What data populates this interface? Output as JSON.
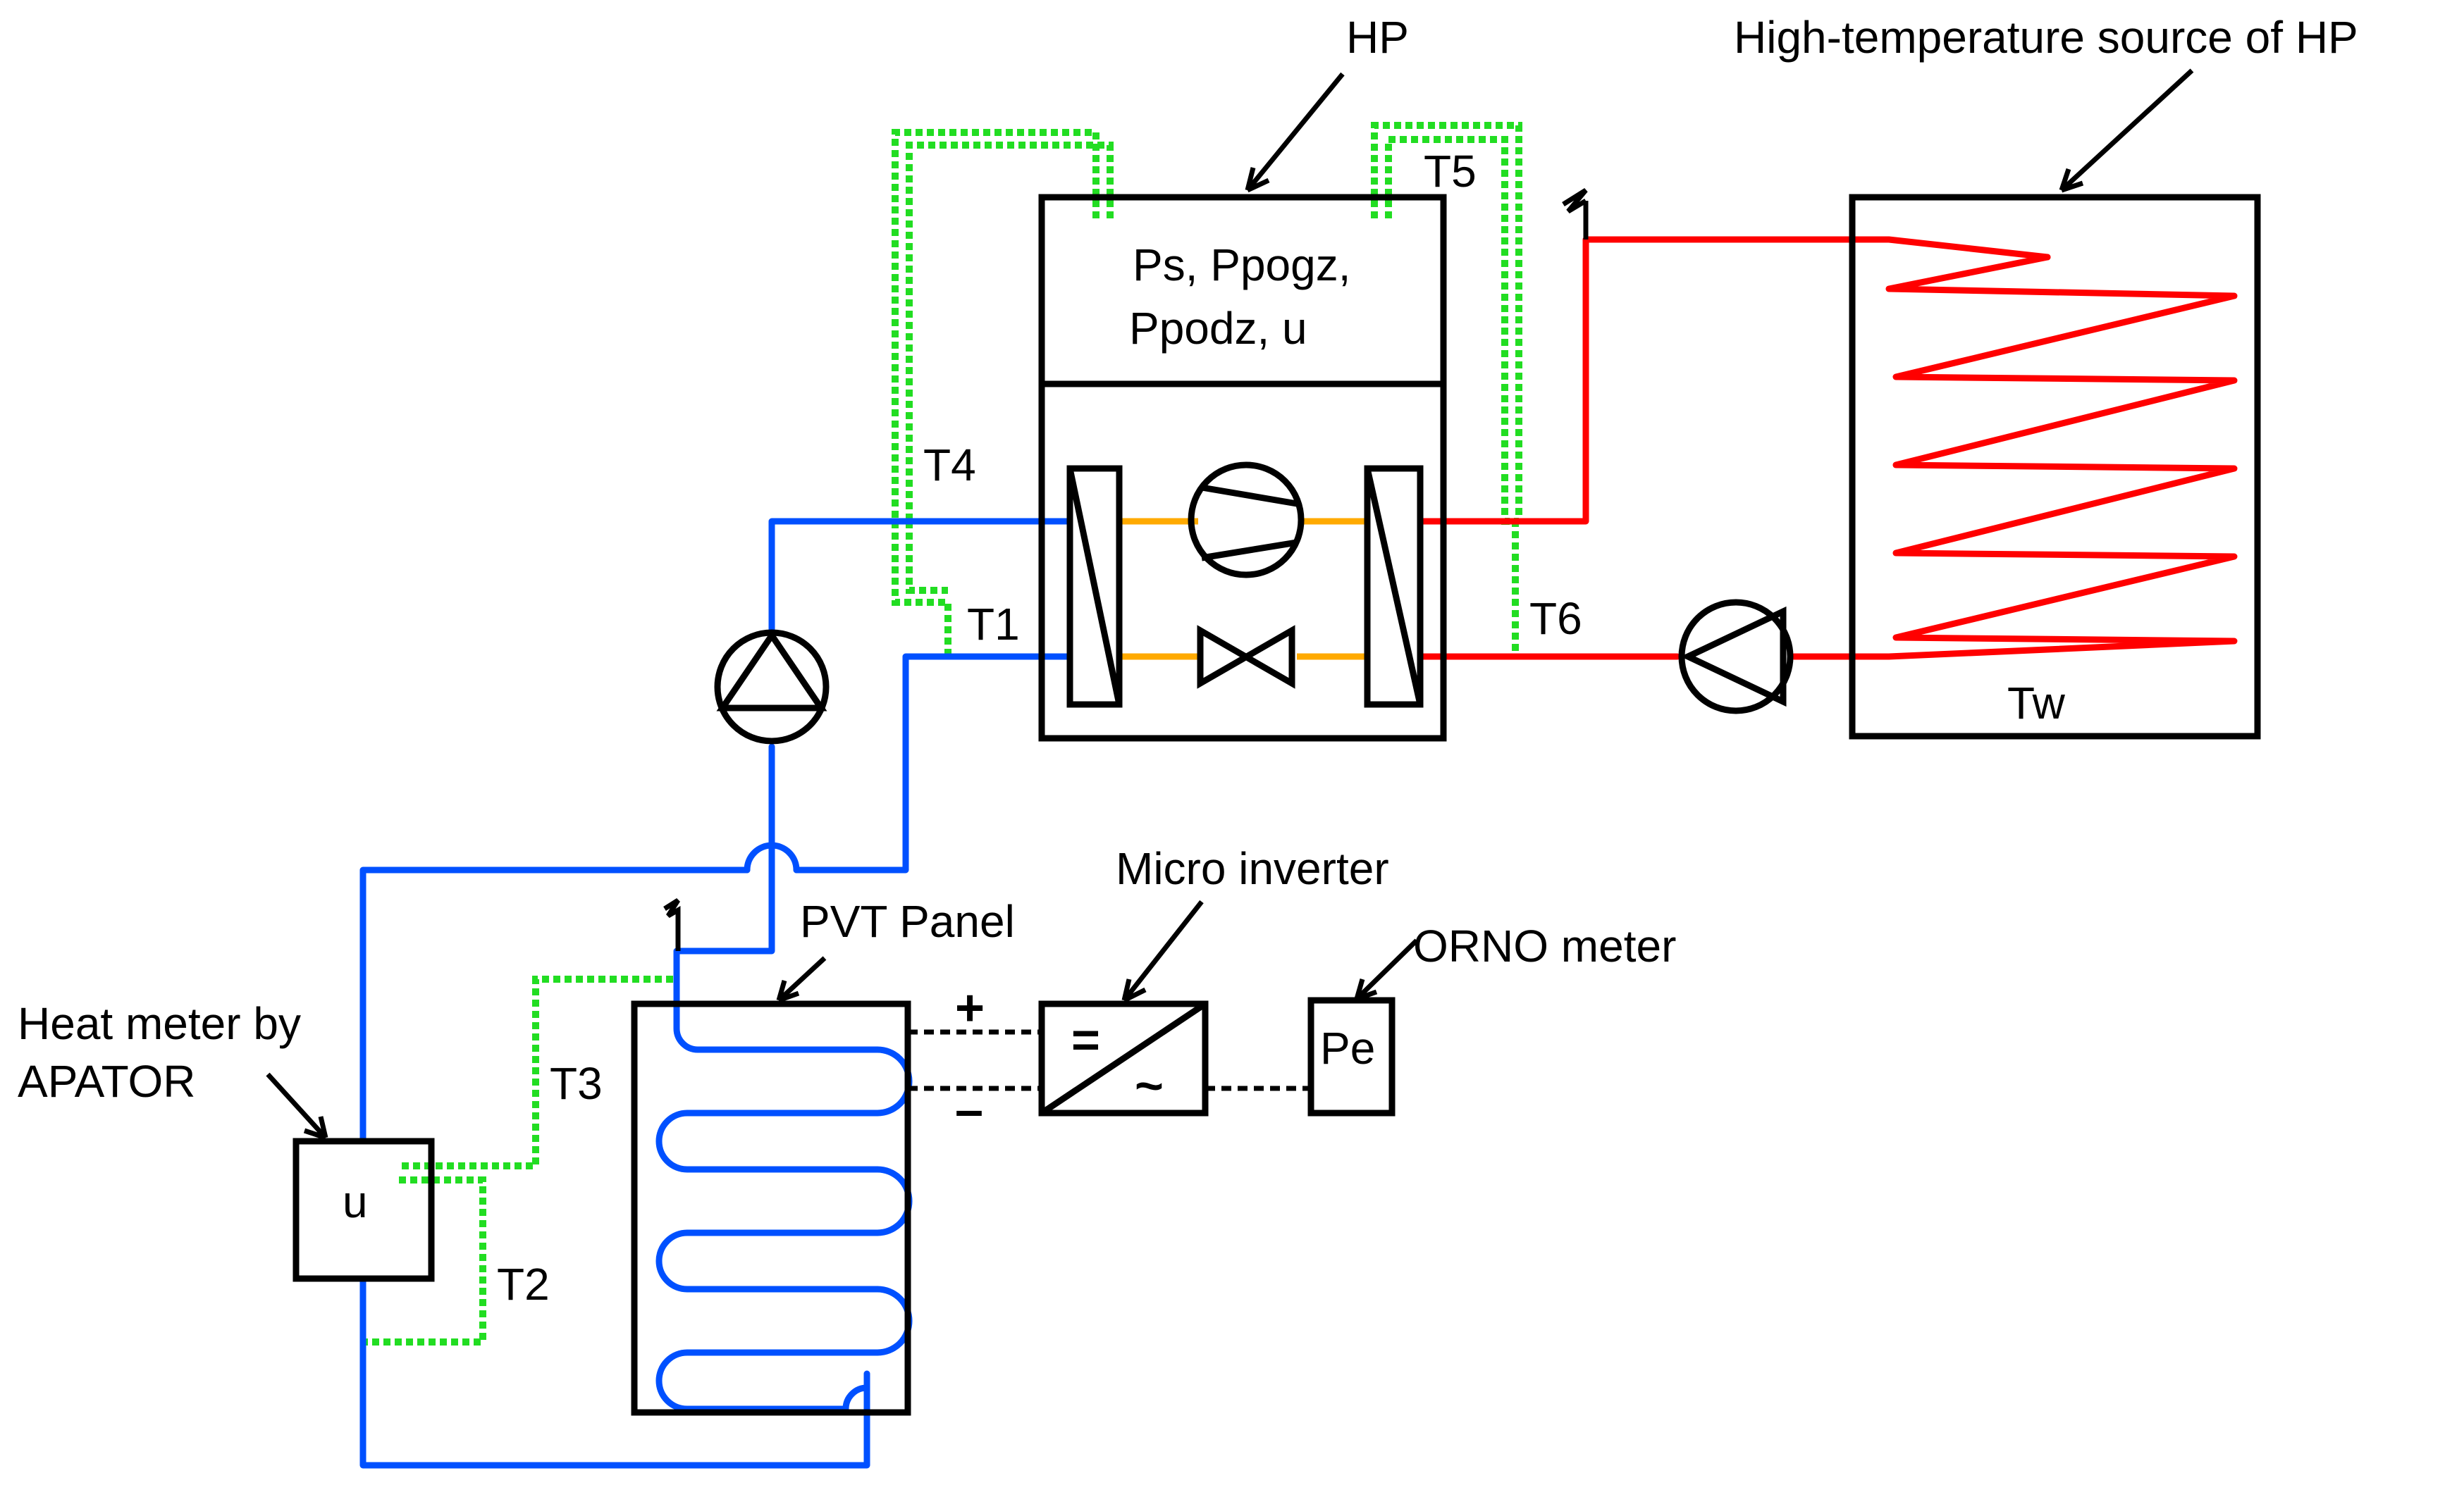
{
  "colors": {
    "cold_loop": "#0050ff",
    "hot_loop": "#ff0000",
    "refrigerant": "#ffaa00",
    "sensor_wires": "#22dd22",
    "outline": "#000000"
  },
  "labels": {
    "hp": "HP",
    "hp_params_line1": "Ps, Ppogz,",
    "hp_params_line2": "Ppodz, u",
    "high_temp_source": "High-temperature source of HP",
    "tank_temp": "Tw",
    "t1": "T1",
    "t2": "T2",
    "t3": "T3",
    "t4": "T4",
    "t5": "T5",
    "t6": "T6",
    "micro_inverter": "Micro inverter",
    "pvt_panel": "PVT  Panel",
    "orno_meter": "ORNO  meter",
    "meter_value": "Pe",
    "heat_meter_line1": "Heat meter by",
    "heat_meter_line2": "APATOR",
    "heat_meter_value": "u",
    "plus": "+",
    "minus": "–",
    "dc_symbol": "=",
    "ac_symbol": "~"
  },
  "icons": [
    "pump-icon",
    "compressor-icon",
    "expansion-valve-icon",
    "heat-exchanger-icon",
    "air-vent-icon",
    "inverter-icon"
  ]
}
